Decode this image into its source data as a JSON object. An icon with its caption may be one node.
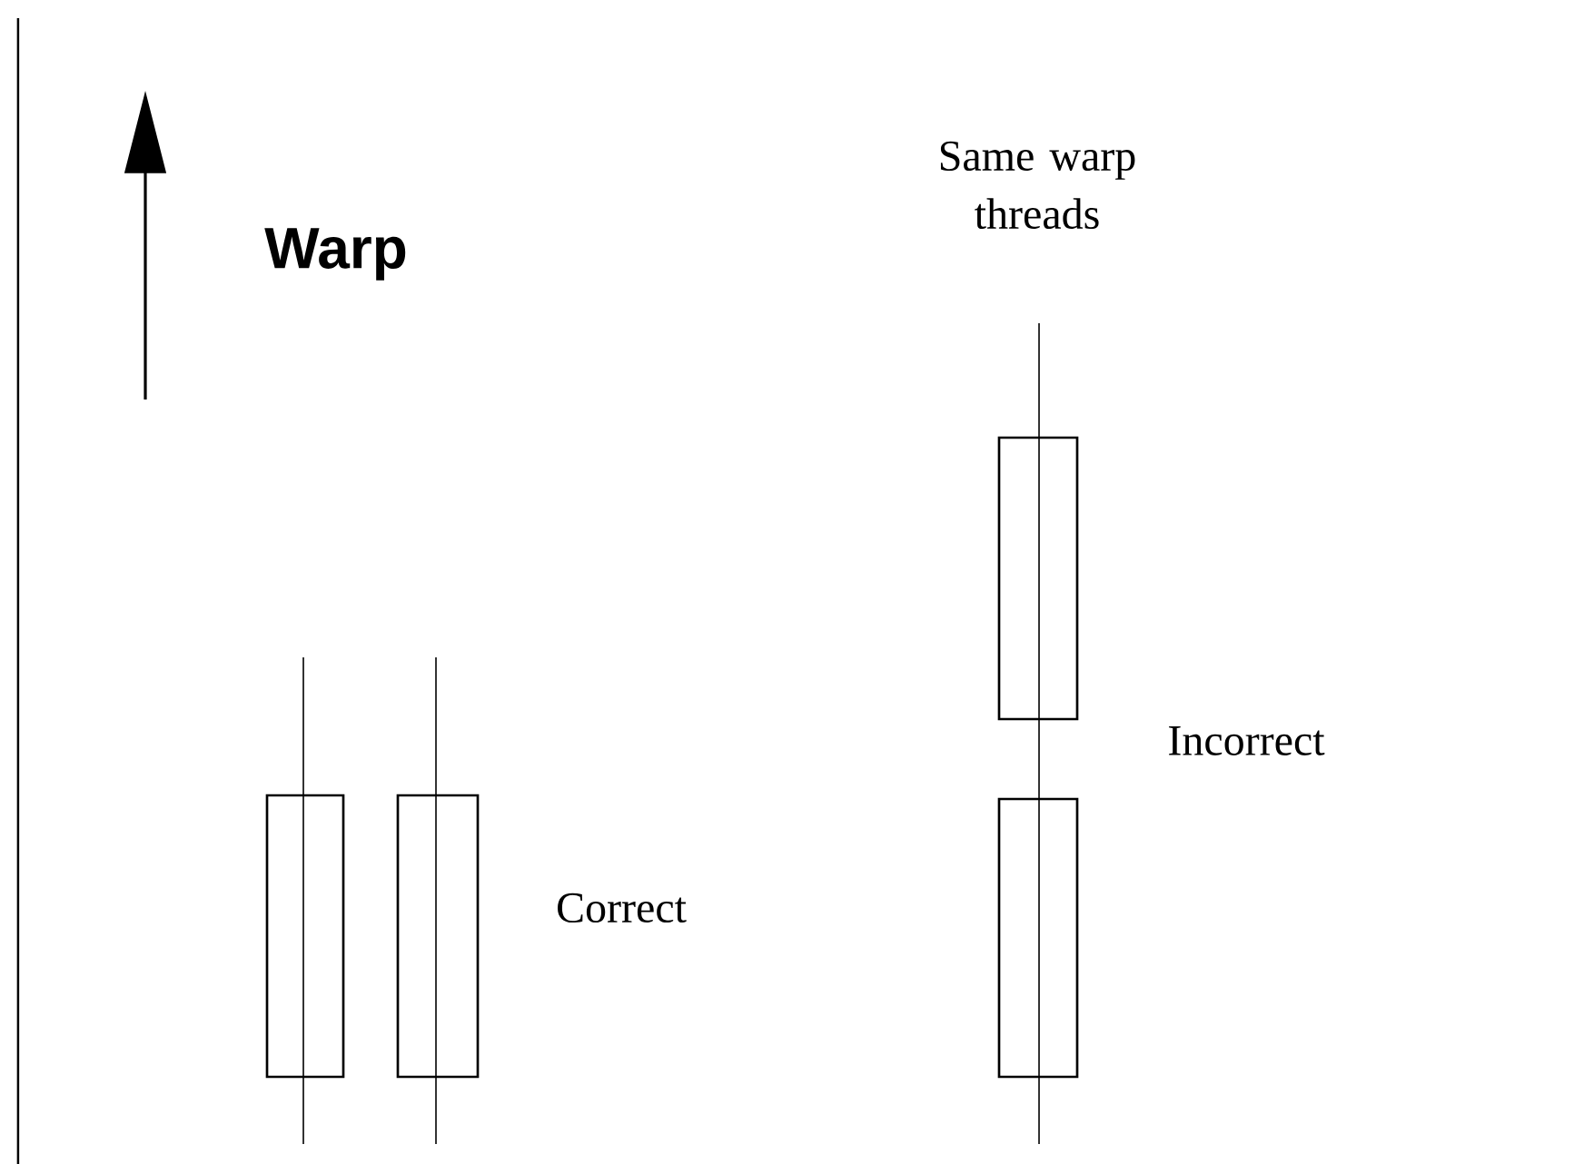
{
  "diagram": {
    "nodes": [
      {
        "text": [],
        "shape": "box"
      },
      {
        "text": [],
        "shape": "box"
      },
      {
        "text": [],
        "shape": "box"
      },
      {
        "text": [],
        "shape": "box"
      }
    ],
    "labels": [
      "Warp",
      "Same warp threads",
      "Correct",
      "Incorrect"
    ]
  }
}
